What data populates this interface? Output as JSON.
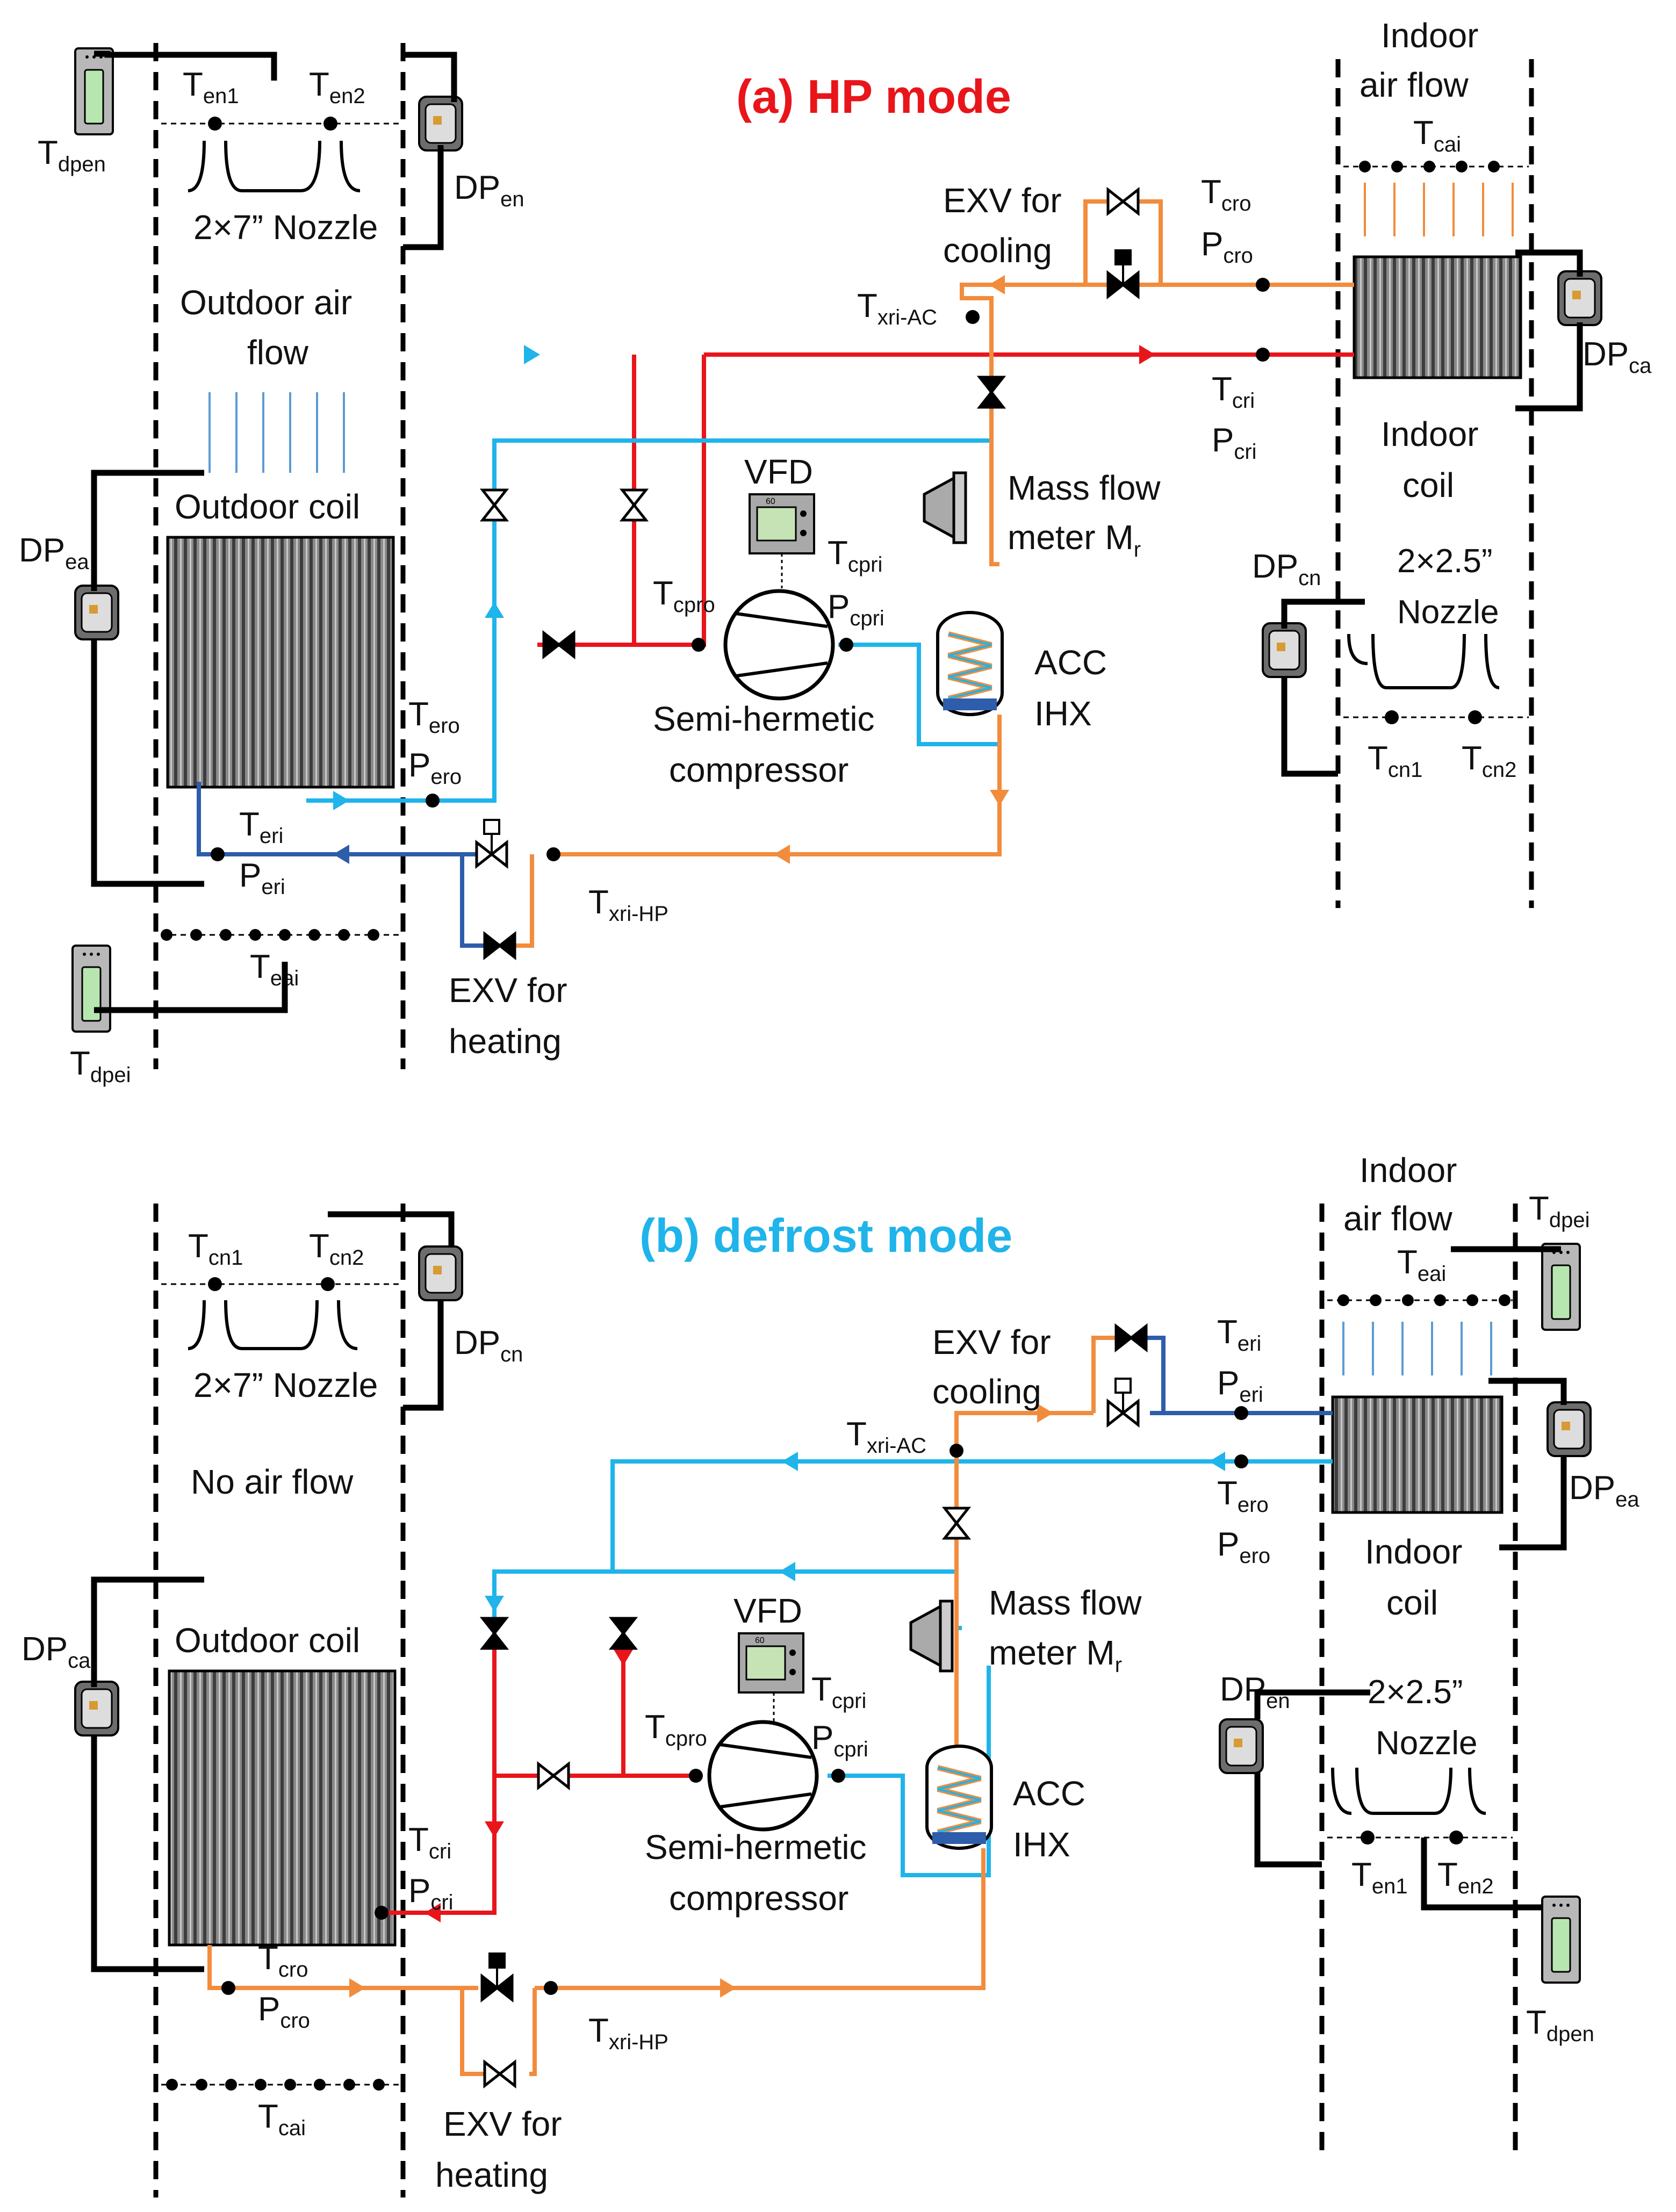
{
  "panel_a": {
    "title": "(a) HP mode",
    "outdoor_air_flow": [
      "Outdoor air",
      "flow"
    ],
    "outdoor_coil": "Outdoor coil",
    "nozzle": "2×7” Nozzle",
    "indoor_air_flow": [
      "Indoor",
      "air flow"
    ],
    "indoor_coil": [
      "Indoor",
      "coil"
    ],
    "indoor_nozzle": [
      "2×2.5”",
      "Nozzle"
    ],
    "exv_cooling": [
      "EXV for",
      "cooling"
    ],
    "exv_heating": [
      "EXV for",
      "heating"
    ],
    "vfd": "VFD",
    "mass_flow": [
      "Mass flow",
      "meter M"
    ],
    "mass_flow_sub": "r",
    "compressor": [
      "Semi-hermetic",
      "compressor"
    ],
    "acc": [
      "ACC",
      "IHX"
    ],
    "sensors": {
      "en1": [
        "T",
        "en1"
      ],
      "en2": [
        "T",
        "en2"
      ],
      "dpen": [
        "T",
        "dpen"
      ],
      "dp_en": [
        "DP",
        "en"
      ],
      "dp_ea": [
        "DP",
        "ea"
      ],
      "ero": [
        "T",
        "ero"
      ],
      "pero": [
        "P",
        "ero"
      ],
      "eri": [
        "T",
        "eri"
      ],
      "peri": [
        "P",
        "eri"
      ],
      "eai": [
        "T",
        "eai"
      ],
      "dpei": [
        "T",
        "dpei"
      ],
      "xri_hp": [
        "T",
        "xri-HP"
      ],
      "xri_ac": [
        "T",
        "xri-AC"
      ],
      "cpro": [
        "T",
        "cpro"
      ],
      "cpri": [
        "T",
        "cpri"
      ],
      "pcpri": [
        "P",
        "cpri"
      ],
      "cro": [
        "T",
        "cro"
      ],
      "pcro": [
        "P",
        "cro"
      ],
      "cri": [
        "T",
        "cri"
      ],
      "pcri": [
        "P",
        "cri"
      ],
      "cai": [
        "T",
        "cai"
      ],
      "dp_ca": [
        "DP",
        "ca"
      ],
      "dp_cn": [
        "DP",
        "cn"
      ],
      "cn1": [
        "T",
        "cn1"
      ],
      "cn2": [
        "T",
        "cn2"
      ]
    }
  },
  "panel_b": {
    "title": "(b) defrost mode",
    "no_air_flow": "No air flow",
    "outdoor_coil": "Outdoor coil",
    "nozzle": "2×7” Nozzle",
    "indoor_air_flow": [
      "Indoor",
      "air flow"
    ],
    "indoor_coil": [
      "Indoor",
      "coil"
    ],
    "indoor_nozzle": [
      "2×2.5”",
      "Nozzle"
    ],
    "exv_cooling": [
      "EXV for",
      "cooling"
    ],
    "exv_heating": [
      "EXV for",
      "heating"
    ],
    "vfd": "VFD",
    "mass_flow": [
      "Mass flow",
      "meter M"
    ],
    "mass_flow_sub": "r",
    "compressor": [
      "Semi-hermetic",
      "compressor"
    ],
    "acc": [
      "ACC",
      "IHX"
    ],
    "sensors": {
      "cn1": [
        "T",
        "cn1"
      ],
      "cn2": [
        "T",
        "cn2"
      ],
      "dp_cn": [
        "DP",
        "cn"
      ],
      "dp_ca": [
        "DP",
        "ca"
      ],
      "cri": [
        "T",
        "cri"
      ],
      "pcri": [
        "P",
        "cri"
      ],
      "cro": [
        "T",
        "cro"
      ],
      "pcro": [
        "P",
        "cro"
      ],
      "cai": [
        "T",
        "cai"
      ],
      "xri_hp": [
        "T",
        "xri-HP"
      ],
      "xri_ac": [
        "T",
        "xri-AC"
      ],
      "cpro": [
        "T",
        "cpro"
      ],
      "cpri": [
        "T",
        "cpri"
      ],
      "pcpri": [
        "P",
        "cpri"
      ],
      "dpei": [
        "T",
        "dpei"
      ],
      "eai": [
        "T",
        "eai"
      ],
      "eri": [
        "T",
        "eri"
      ],
      "peri": [
        "P",
        "eri"
      ],
      "ero": [
        "T",
        "ero"
      ],
      "pero": [
        "P",
        "ero"
      ],
      "dp_ea": [
        "DP",
        "ea"
      ],
      "dp_en": [
        "DP",
        "en"
      ],
      "en1": [
        "T",
        "en1"
      ],
      "en2": [
        "T",
        "en2"
      ],
      "dpen": [
        "T",
        "dpen"
      ]
    }
  },
  "colors": {
    "hot_gas": "#e8151b",
    "suction": "#1fb4ea",
    "liquid": "#f28c3d",
    "two_phase": "#2d5dab",
    "title_a": "#e8151b",
    "title_b": "#1fb4ea"
  }
}
